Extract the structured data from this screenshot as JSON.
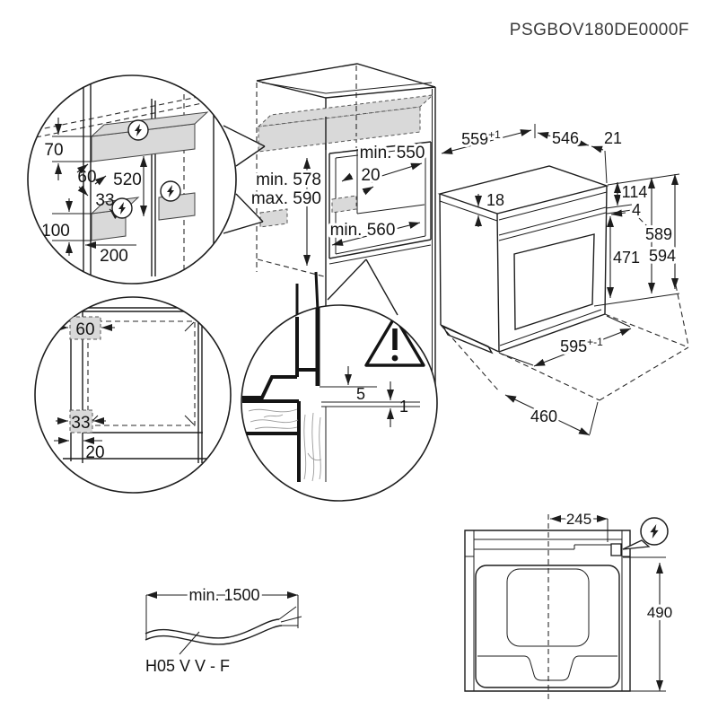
{
  "product_code": "PSGBOV180DE0000F",
  "colors": {
    "line": "#1d1d1d",
    "shade": "#d9d9d9"
  },
  "icons": {
    "electrical": "lightning-bolt",
    "warning": "warning-triangle"
  },
  "detail_connection_zones": {
    "top_zone_height": "70",
    "top_zone_depth": "60",
    "zone_span": "520",
    "bottom_zone_depth": "33",
    "bottom_zone_height": "100",
    "bottom_zone_width": "200"
  },
  "cabinet": {
    "opening_width": "min. 550",
    "side_clearance": "20",
    "opening_height_min": "min. 578",
    "opening_height_max": "max. 590",
    "opening_depth": "min. 560"
  },
  "oven": {
    "cutout_width": "559",
    "cutout_width_tol": "+1",
    "depth": "546",
    "door_offset": "21",
    "top_inset": "18",
    "panel_height": "114",
    "panel_gap": "4",
    "door_height": "471",
    "height": "589",
    "height_total": "594",
    "width": "595",
    "width_tol": "+-1",
    "base_depth": "460"
  },
  "detail_front_clearance": {
    "top_clearance": "60",
    "bottom_clearance": "33",
    "wall_thickness": "20"
  },
  "detail_gap": {
    "front_gap": "5",
    "bottom_gap": "1"
  },
  "mains_cable": {
    "min_length": "min. 1500",
    "cable_type": "H05 V V - F"
  },
  "top_view": {
    "connection_offset": "245",
    "connection_depth": "490"
  }
}
